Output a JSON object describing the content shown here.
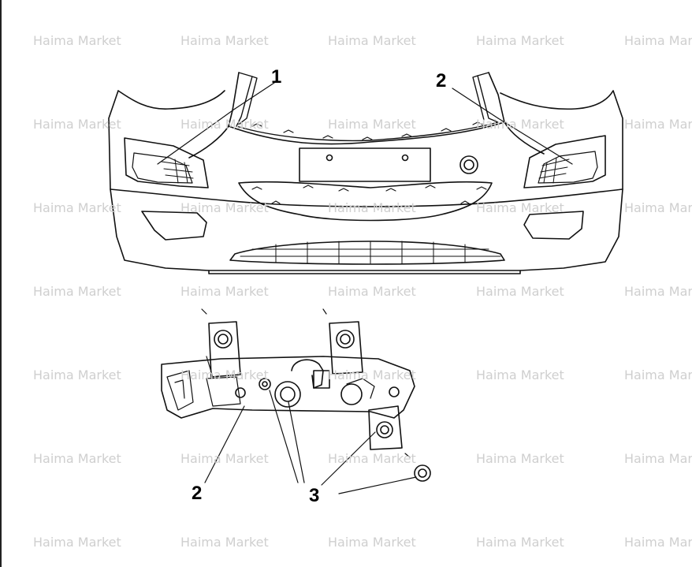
{
  "watermark": "Haima Market",
  "callouts": {
    "bumper_left_trim": "1",
    "bumper_right_trim": "2",
    "bracket_lamp": "2",
    "fasteners": "3"
  }
}
